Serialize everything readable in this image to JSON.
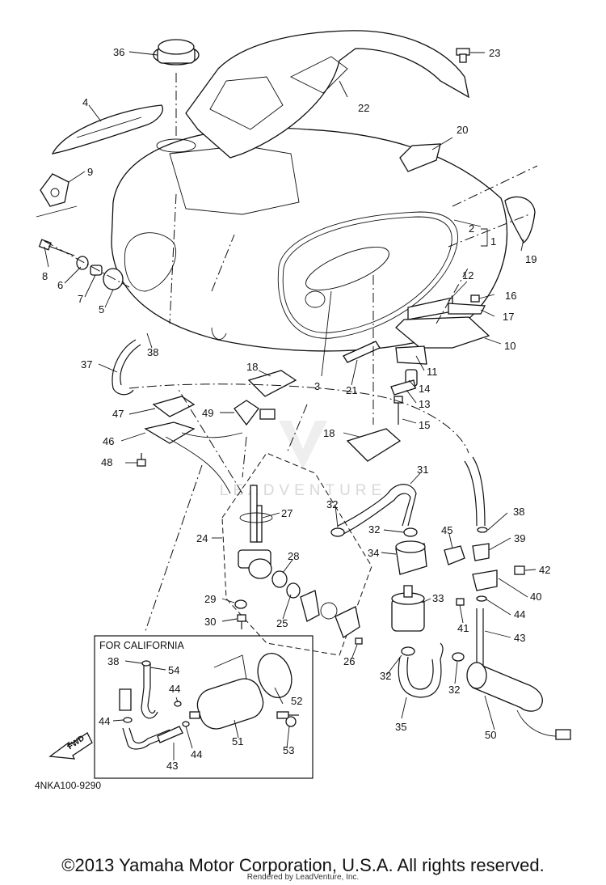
{
  "diagram": {
    "callouts": [
      "1",
      "2",
      "3",
      "4",
      "5",
      "6",
      "7",
      "8",
      "9",
      "10",
      "11",
      "12",
      "13",
      "14",
      "15",
      "16",
      "17",
      "18",
      "18",
      "19",
      "20",
      "21",
      "22",
      "23",
      "24",
      "25",
      "26",
      "27",
      "28",
      "29",
      "30",
      "31",
      "32",
      "32",
      "32",
      "32",
      "33",
      "34",
      "35",
      "36",
      "37",
      "38",
      "38",
      "38",
      "39",
      "40",
      "41",
      "42",
      "43",
      "43",
      "44",
      "44",
      "44",
      "44",
      "45",
      "46",
      "47",
      "48",
      "49",
      "50",
      "51",
      "52",
      "53",
      "54"
    ],
    "california_box_title": "FOR CALIFORNIA",
    "part_code": "4NKA100-9290",
    "fwd_label": "FWD",
    "watermark": "LEADVENTURE"
  },
  "footer": {
    "copyright": "©2013 Yamaha Motor Corporation, U.S.A. All rights reserved.",
    "rendered_by": "Rendered by LeadVenture, Inc."
  }
}
